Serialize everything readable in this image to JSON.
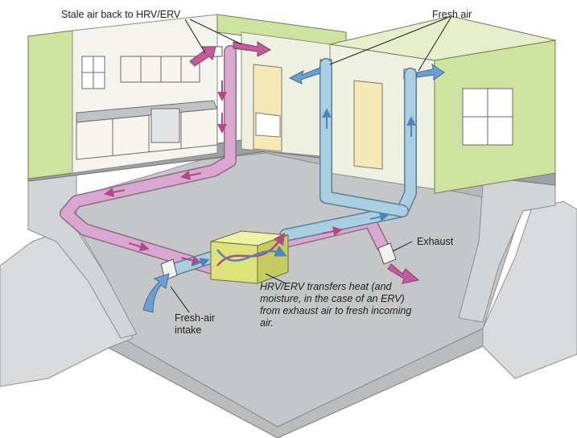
{
  "labels": {
    "stale_air": "Stale air back to HRV/ERV",
    "fresh_air": "Fresh air",
    "exhaust": "Exhaust",
    "fresh_intake": "Fresh-air intake",
    "hrv_note": "HRV/ERV transfers heat (and moisture, in the case of an ERV) from exhaust air to fresh incoming air."
  },
  "colors": {
    "stale_duct": "#d9a7d0",
    "fresh_duct": "#a9cfe0",
    "stale_arrow": "#b04a86",
    "fresh_arrow": "#5d95c4",
    "hrv_box": "#dde27a",
    "wall_green": "#cfe3a0",
    "concrete": "#d4d6d7",
    "floor": "#c4c6c8"
  },
  "icons": {
    "flow_arrows": "airflow-arrow",
    "box": "hrv-erv-unit"
  }
}
